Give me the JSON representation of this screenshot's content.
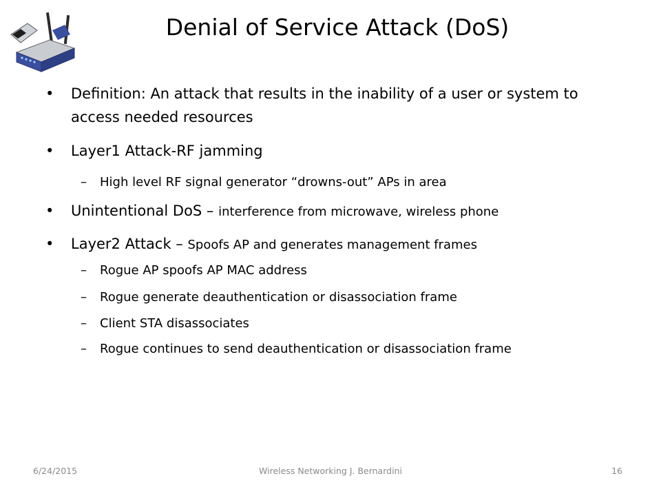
{
  "slide": {
    "title": "Denial of Service Attack (DoS)",
    "logo_icon": "wireless-router-icon",
    "bullets": [
      {
        "text": "Definition: An attack that results in the inability of a user or system to access needed resources"
      },
      {
        "text": "Layer1 Attack-RF jamming",
        "subs": [
          "High level RF signal generator “drowns-out” APs in area"
        ]
      },
      {
        "lead": "Unintentional DoS – ",
        "detail": "interference from microwave, wireless phone"
      },
      {
        "lead": "Layer2 Attack – ",
        "detail": "Spoofs AP and generates management frames",
        "subs": [
          "Rogue AP spoofs AP MAC address",
          "Rogue generate deauthentication or disassociation frame",
          "Client STA disassociates",
          "Rogue continues to send deauthentication or disassociation frame"
        ]
      }
    ],
    "bullet_glyph": "•",
    "dash_glyph": "–"
  },
  "footer": {
    "date": "6/24/2015",
    "center": "Wireless Networking J. Bernardini",
    "page": "16"
  },
  "colors": {
    "router_blue": "#3a4f9e",
    "router_silver": "#c9ccd1",
    "footer_text": "#8a8a8a"
  }
}
